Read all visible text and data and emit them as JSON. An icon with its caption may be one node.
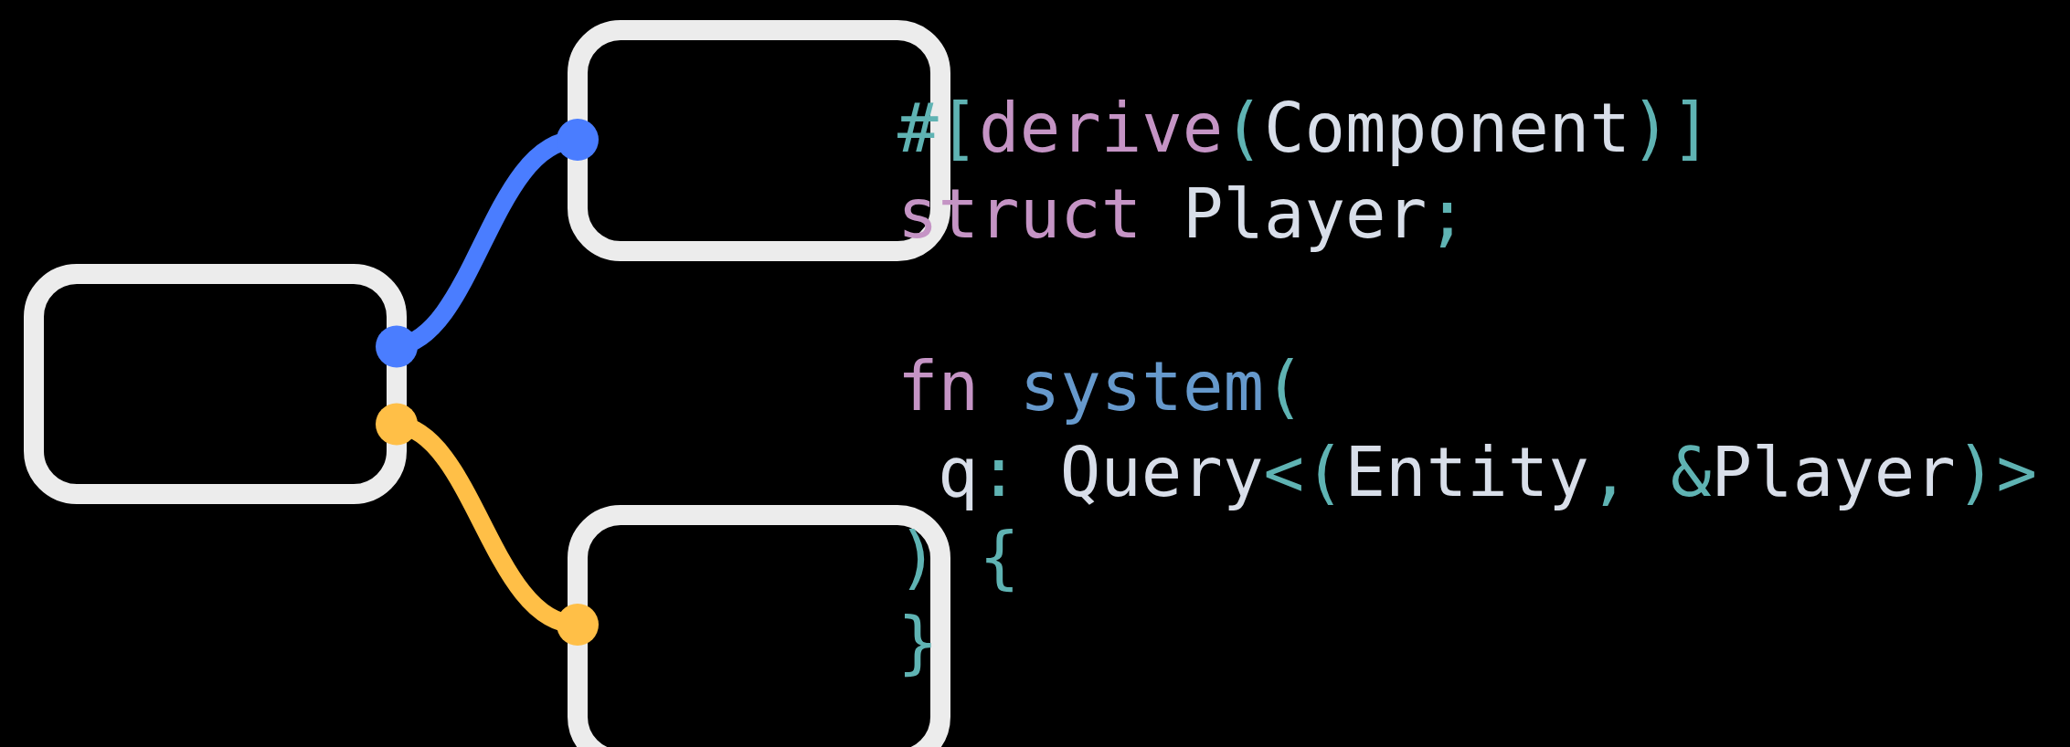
{
  "diagram": {
    "nodes": [
      {
        "text": [],
        "shape": "box"
      },
      {
        "text": [],
        "shape": "box"
      },
      {
        "text": [],
        "shape": "box"
      }
    ],
    "edges": [
      {
        "from": 0,
        "to": 1,
        "arrow": "other",
        "color": "#4a7dff"
      },
      {
        "from": 0,
        "to": 2,
        "arrow": "other",
        "color": "#ffbf47"
      }
    ],
    "labels": [
      "#[derive(Component)]",
      "struct Player;",
      "fn system(",
      "q: Query<(Entity, &Player)>",
      ") {",
      "}"
    ]
  }
}
